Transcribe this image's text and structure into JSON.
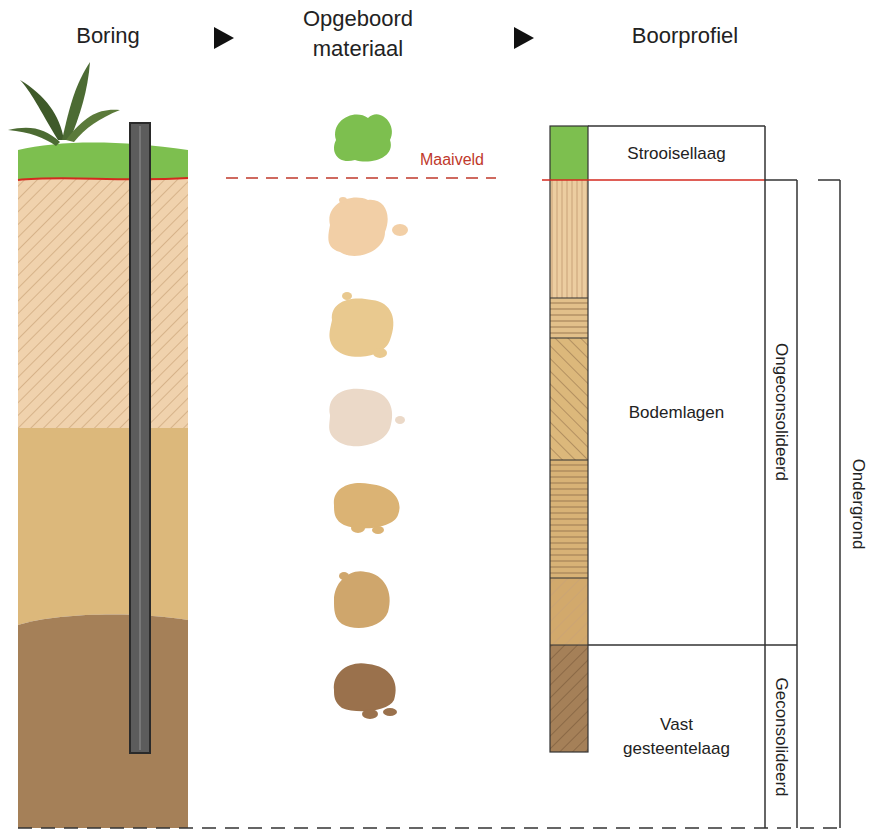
{
  "diagram": {
    "nodes": [
      {
        "text": [
          "Strooisellaag"
        ]
      },
      {
        "text": [
          "Bodemlagen"
        ]
      },
      {
        "text": [
          "Vast gesteentelaag"
        ]
      }
    ],
    "labels": [
      "Boring",
      "Opgeboord materiaal",
      "Boorprofiel",
      "Maaiveld",
      "Ongeconsolideerd",
      "Geconsolideerd",
      "Ondergrond"
    ]
  }
}
